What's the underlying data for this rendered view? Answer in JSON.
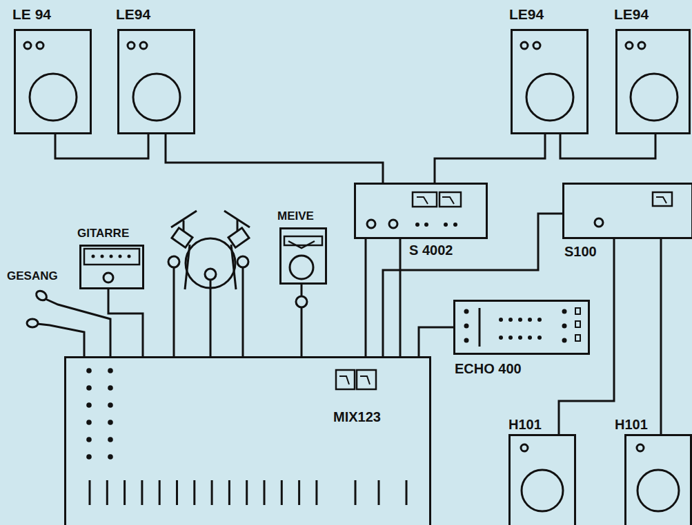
{
  "diagram": {
    "nodes": [
      {
        "text": [
          "LE 94"
        ]
      },
      {
        "text": [
          "LE94"
        ]
      },
      {
        "text": [
          "LE94"
        ]
      },
      {
        "text": [
          "LE94"
        ]
      },
      {
        "text": [
          "GITARRE"
        ]
      },
      {
        "text": [
          "MEIVE"
        ]
      },
      {
        "text": [
          "S 4002"
        ]
      },
      {
        "text": [
          "S100"
        ]
      },
      {
        "text": [
          "ECHO 400"
        ]
      },
      {
        "text": [
          "MIX123"
        ]
      },
      {
        "text": [
          "H101"
        ]
      },
      {
        "text": [
          "H101"
        ]
      }
    ],
    "edges": [
      {
        "from": 0,
        "to": 1,
        "arrow": "none"
      },
      {
        "from": 1,
        "to": 6,
        "arrow": "none"
      },
      {
        "from": 2,
        "to": 6,
        "arrow": "none"
      },
      {
        "from": 3,
        "to": 2,
        "arrow": "none"
      },
      {
        "from": 9,
        "to": 6,
        "arrow": "none"
      },
      {
        "from": 9,
        "to": 6,
        "arrow": "none"
      },
      {
        "from": 9,
        "to": 7,
        "arrow": "none"
      },
      {
        "from": 8,
        "to": 9,
        "arrow": "none"
      },
      {
        "from": 4,
        "to": 9,
        "arrow": "none"
      },
      {
        "from": 5,
        "to": 9,
        "arrow": "none"
      },
      {
        "from": 7,
        "to": 10,
        "arrow": "none"
      },
      {
        "from": 7,
        "to": 11,
        "arrow": "none"
      }
    ],
    "labels": [
      "GESANG"
    ]
  }
}
